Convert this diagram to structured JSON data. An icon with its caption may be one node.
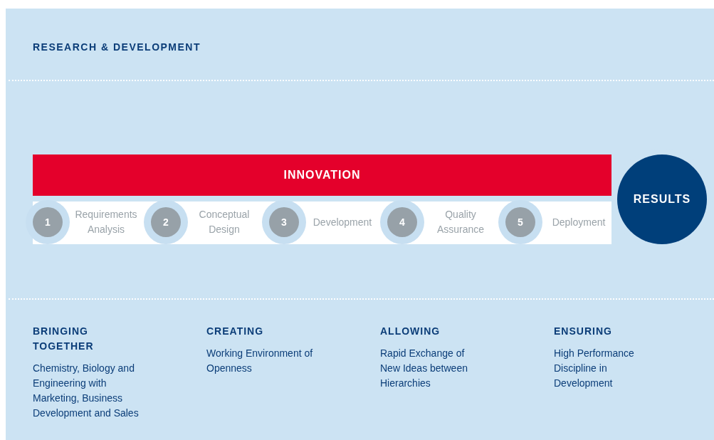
{
  "diagram": {
    "title": "RESEARCH & DEVELOPMENT",
    "nodes": [
      {
        "text": [
          "INNOVATION"
        ]
      },
      {
        "text": [
          "1"
        ],
        "beside": [
          "Requirements Analysis"
        ]
      },
      {
        "text": [
          "2"
        ],
        "beside": [
          "Conceptual Design"
        ]
      },
      {
        "text": [
          "3"
        ],
        "beside": [
          "Development"
        ]
      },
      {
        "text": [
          "4"
        ],
        "beside": [
          "Quality Assurance"
        ]
      },
      {
        "text": [
          "5"
        ],
        "beside": [
          "Deployment"
        ]
      },
      {
        "text": [
          "RESULTS"
        ]
      }
    ],
    "edges": [],
    "labels": [
      "BRINGING TOGETHER",
      "Chemistry, Biology and Engineering with Marketing, Business Development and Sales",
      "CREATING",
      "Working Environment of Openness",
      "ALLOWING",
      "Rapid Exchange of New Ideas between Hierarchies",
      "ENSURING",
      "High Performance Discipline in Development"
    ]
  }
}
